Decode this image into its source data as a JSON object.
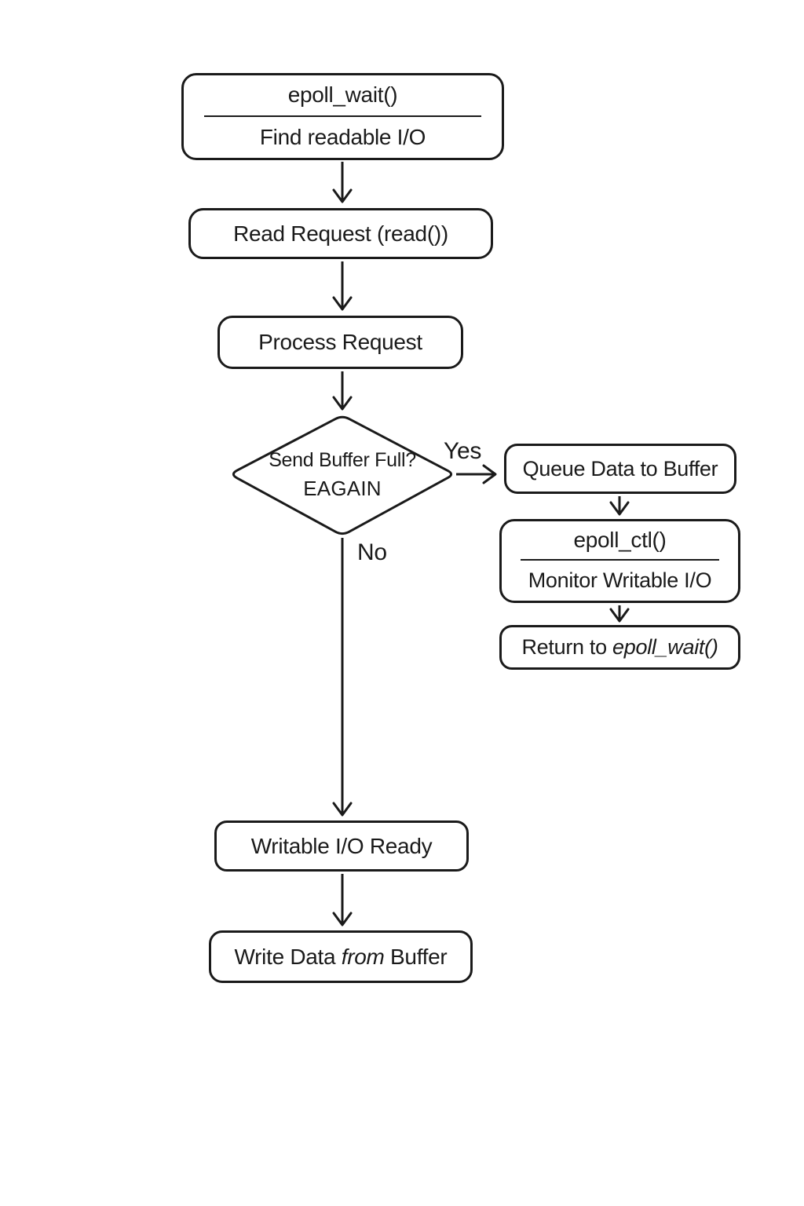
{
  "colors": {
    "ink": "#1a1a1a",
    "background": "#ffffff"
  },
  "flowchart": {
    "epoll_wait_box": {
      "title": "epoll_wait()",
      "subtitle": "Find readable I/O"
    },
    "read_request_box": {
      "label": "Read Request (read())"
    },
    "process_request_box": {
      "label": "Process Request"
    },
    "decision_diamond": {
      "question": "Send Buffer Full?",
      "errno": "EAGAIN"
    },
    "yes_branch_label": "Yes",
    "no_branch_label": "No",
    "queue_data_box": {
      "label": "Queue Data to Buffer"
    },
    "epoll_ctl_box": {
      "title": "epoll_ctl()",
      "subtitle": "Monitor Writable I/O"
    },
    "return_box": {
      "prefix": "Return to ",
      "code": "epoll_wait()"
    },
    "writable_ready_box": {
      "label": "Writable I/O Ready"
    },
    "write_data_box": {
      "prefix": "Write Data ",
      "emphasis": "from",
      "suffix": " Buffer"
    }
  }
}
